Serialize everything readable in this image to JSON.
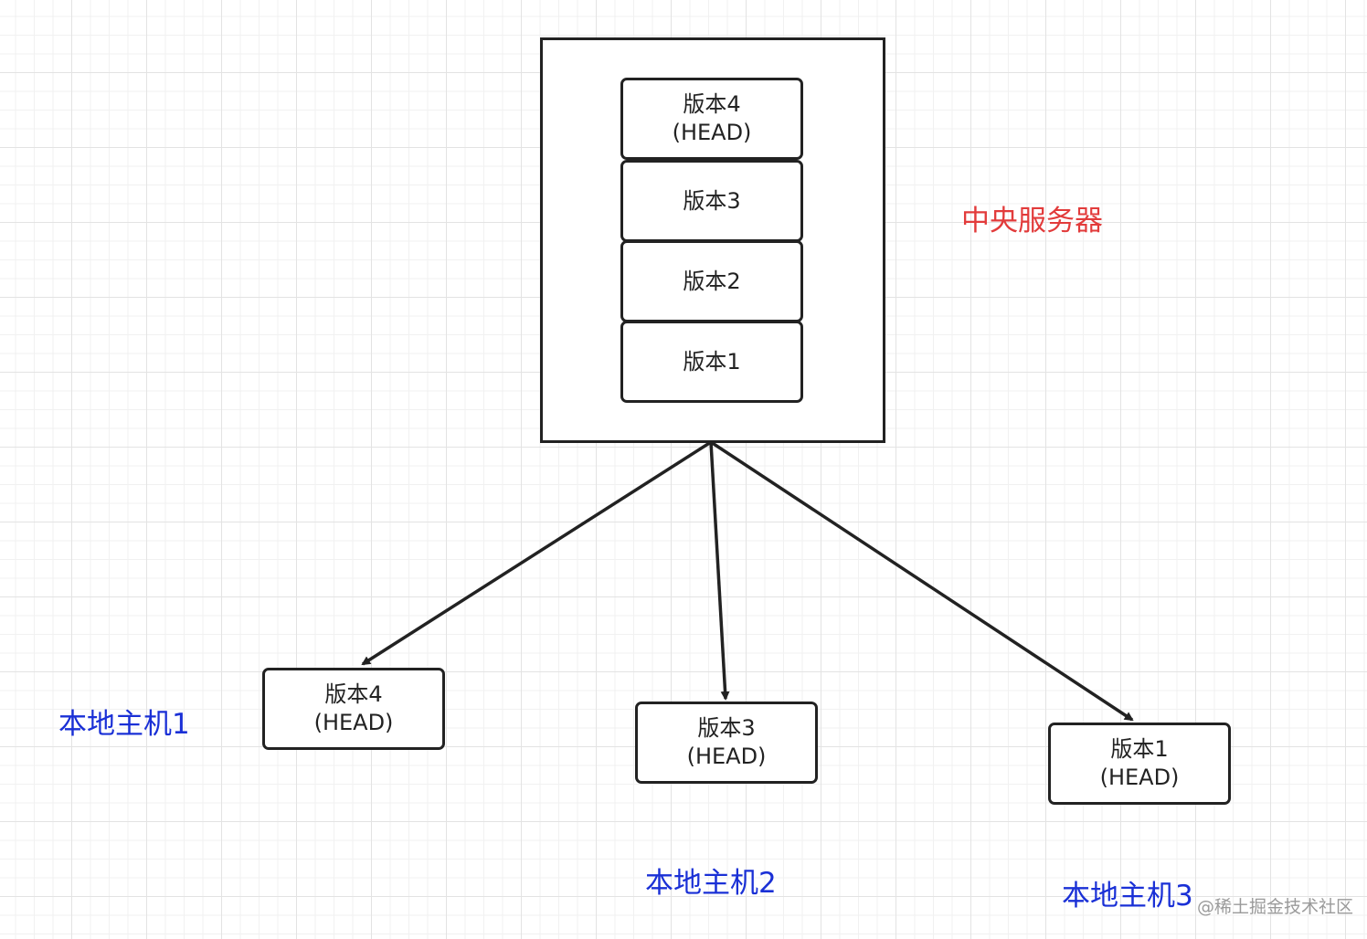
{
  "server": {
    "label": "中央服务器",
    "versions": [
      {
        "name": "版本4",
        "tag": "(HEAD)"
      },
      {
        "name": "版本3"
      },
      {
        "name": "版本2"
      },
      {
        "name": "版本1"
      }
    ]
  },
  "hosts": [
    {
      "label": "本地主机1",
      "version": "版本4",
      "tag": "(HEAD)"
    },
    {
      "label": "本地主机2",
      "version": "版本3",
      "tag": "(HEAD)"
    },
    {
      "label": "本地主机3",
      "version": "版本1",
      "tag": "(HEAD)"
    }
  ],
  "watermark": "@稀土掘金技术社区",
  "colors": {
    "server_label": "#e23b3b",
    "host_label": "#1a30d6",
    "stroke": "#222222"
  }
}
